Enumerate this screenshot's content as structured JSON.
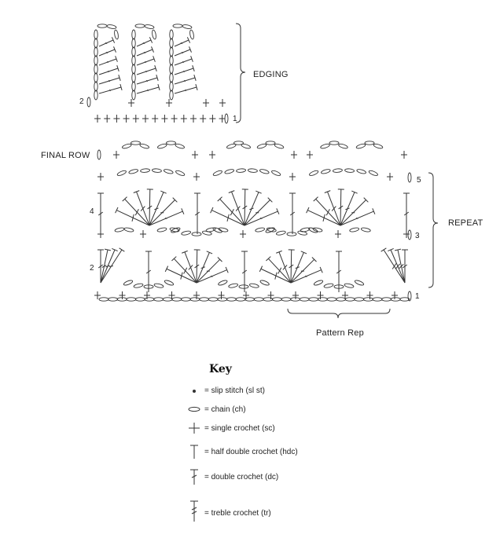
{
  "labels": {
    "edging": "EDGING",
    "final_row": "FINAL ROW",
    "repeat": "REPEAT",
    "pattern_rep": "Pattern Rep"
  },
  "row_numbers": {
    "edging_row_1": "1",
    "edging_row_2": "2",
    "row_1": "1",
    "row_2": "2",
    "row_3": "3",
    "row_4": "4",
    "row_5": "5"
  },
  "key": {
    "title": "Key",
    "items": [
      {
        "symbol": "slip-stitch",
        "text": "= slip stitch (sl st)"
      },
      {
        "symbol": "chain",
        "text": "= chain (ch)"
      },
      {
        "symbol": "single-crochet",
        "text": "= single crochet (sc)"
      },
      {
        "symbol": "half-double-crochet",
        "text": "= half double crochet (hdc)"
      },
      {
        "symbol": "double-crochet",
        "text": "= double crochet (dc)"
      },
      {
        "symbol": "treble-crochet",
        "text": "= treble crochet (tr)"
      }
    ]
  },
  "colors": {
    "ink": "#333333",
    "background": "#ffffff"
  }
}
